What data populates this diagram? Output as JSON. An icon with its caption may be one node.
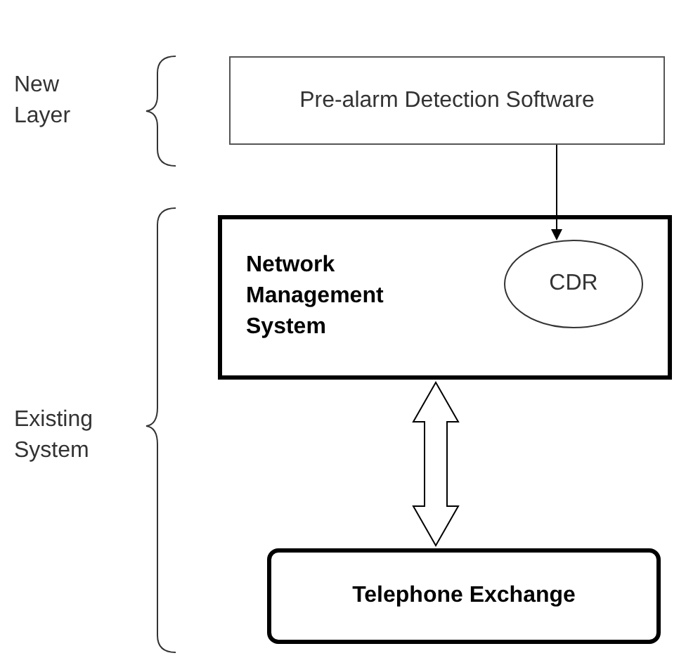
{
  "diagram": {
    "nodes": [
      {
        "text": [
          "Pre-alarm Detection Software"
        ]
      },
      {
        "text": [
          "Network Management System"
        ]
      },
      {
        "text": [
          "CDR"
        ],
        "in": 1
      },
      {
        "text": [
          "Telephone Exchange"
        ]
      }
    ],
    "edges": [
      {
        "from": 0,
        "to": 2,
        "arrow": "to"
      },
      {
        "from": 1,
        "to": 3,
        "arrow": "both",
        "style": "thick"
      }
    ],
    "labels": [
      "New Layer",
      "Existing System"
    ]
  }
}
